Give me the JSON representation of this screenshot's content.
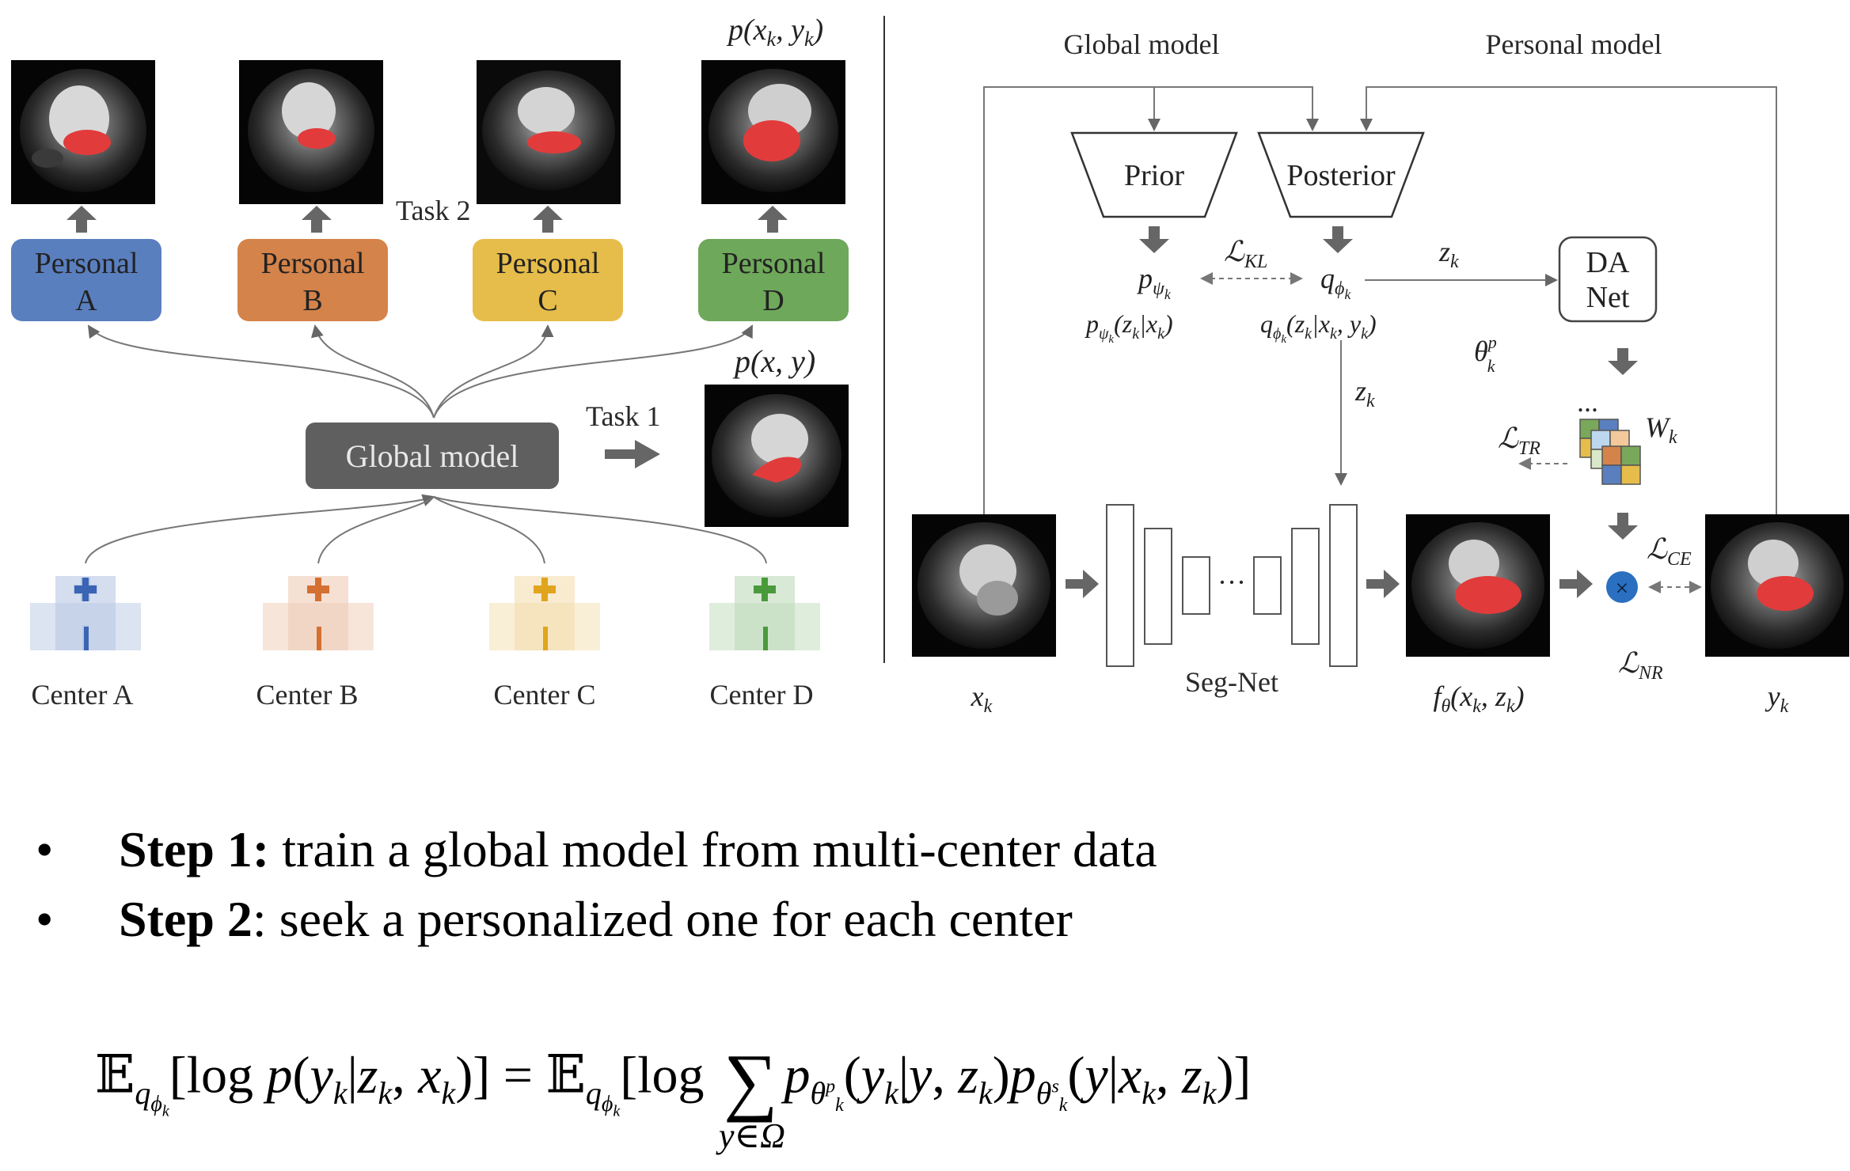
{
  "left": {
    "top_label": "p(x_k, y_k)",
    "task2": "Task 2",
    "task1": "Task 1",
    "pxy": "p(x, y)",
    "global_model": "Global model",
    "personals": [
      {
        "line1": "Personal",
        "line2": "A",
        "color": "#5a7fbf"
      },
      {
        "line1": "Personal",
        "line2": "B",
        "color": "#d4834a"
      },
      {
        "line1": "Personal",
        "line2": "C",
        "color": "#e6bd4a"
      },
      {
        "line1": "Personal",
        "line2": "D",
        "color": "#6ea85a"
      }
    ],
    "centers": [
      {
        "label": "Center A",
        "color": "#3a64b4"
      },
      {
        "label": "Center B",
        "color": "#d47032"
      },
      {
        "label": "Center C",
        "color": "#e0a41e"
      },
      {
        "label": "Center D",
        "color": "#4a9a3c"
      }
    ]
  },
  "right": {
    "global_model": "Global model",
    "personal_model": "Personal model",
    "prior": "Prior",
    "posterior": "Posterior",
    "da_net_line1": "DA",
    "da_net_line2": "Net",
    "seg_net": "Seg-Net",
    "dots": "···",
    "ellipsis": "...",
    "multiply": "×",
    "accent": "#2a6fc0"
  },
  "bullets": [
    {
      "bold": "Step 1:",
      "text": " train a global model from multi-center data"
    },
    {
      "bold": "Step 2",
      "text": ": seek a personalized one for each center"
    }
  ],
  "bullet_char": "•",
  "formula": {
    "E": "𝔼",
    "log": "log",
    "sum": "∑",
    "sum_under": "y∈Ω"
  }
}
